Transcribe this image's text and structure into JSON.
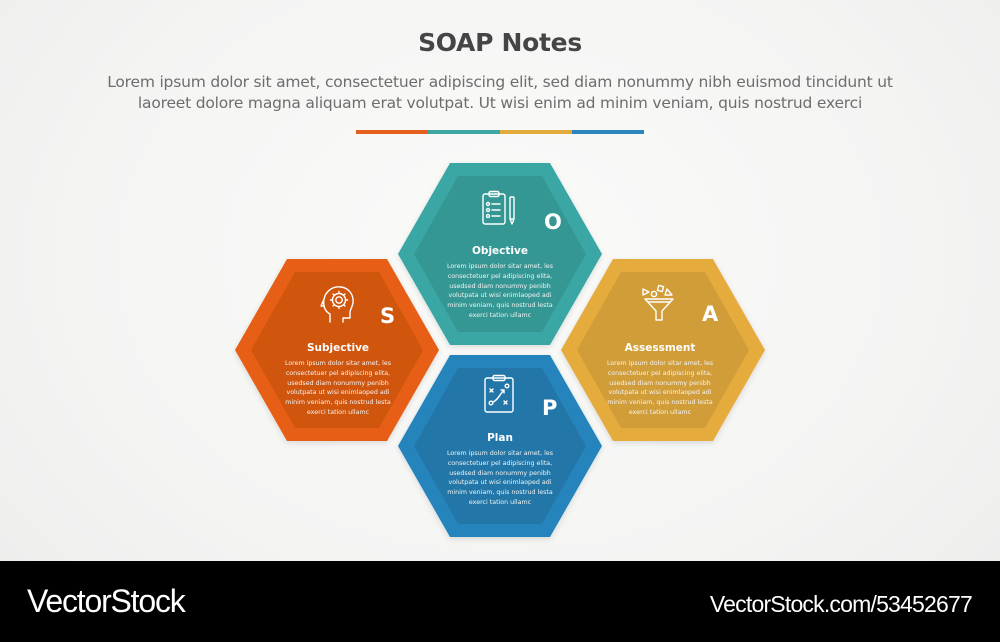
{
  "header": {
    "title": "SOAP Notes",
    "subtitle_line1": "Lorem ipsum dolor sit amet, consectetuer adipiscing elit, sed diam nonummy nibh euismod tincidunt ut",
    "subtitle_line2": "laoreet dolore magna aliquam erat volutpat. Ut wisi enim ad minim veniam, quis nostrud exerci",
    "divider_colors": [
      "#e4601c",
      "#3fa6a3",
      "#e3ab3d",
      "#2a86bb"
    ]
  },
  "sections": [
    {
      "key": "objective",
      "letter": "O",
      "heading": "Objective",
      "icon": "clipboard-checklist-pencil-icon",
      "outer_color": "#3aa7a4",
      "inner_color": "#359794",
      "body_lines": [
        "Lorem ipsum dolor sitar amet, les",
        "consectetuer pel adipiscing elita,",
        "usedsed diam nonummy penibh",
        "volutpata ut wisi enimlaoped adi",
        "minim veniam, quis nostrud lesta",
        "exerci tation ullamc"
      ]
    },
    {
      "key": "subjective",
      "letter": "S",
      "heading": "Subjective",
      "icon": "head-gear-icon",
      "outer_color": "#e75f12",
      "inner_color": "#d0540e",
      "body_lines": [
        "Lorem ipsum dolor sitar amet, les",
        "consectetuer pel adipiscing elita,",
        "usedsed diam nonummy penibh",
        "volutpata ut wisi enimlaoped adi",
        "minim veniam, quis nostrud lesta",
        "exerci tation ullamc"
      ]
    },
    {
      "key": "assessment",
      "letter": "A",
      "heading": "Assessment",
      "icon": "funnel-shapes-icon",
      "outer_color": "#e5ab3c",
      "inner_color": "#d19d37",
      "body_lines": [
        "Lorem ipsum dolor sitar amet, les",
        "consectetuer pel adipiscing elita,",
        "usedsed diam nonummy penibh",
        "volutpata ut wisi enimlaoped adi",
        "minim veniam, quis nostrud lesta",
        "exerci tation ullamc"
      ]
    },
    {
      "key": "plan",
      "letter": "P",
      "heading": "Plan",
      "icon": "clipboard-strategy-icon",
      "outer_color": "#2784bd",
      "inner_color": "#2277a8",
      "body_lines": [
        "Lorem ipsum dolor sitar amet, les",
        "consectetuer pel adipiscing elita,",
        "usedsed diam nonummy penibh",
        "volutpata ut wisi enimlaoped adi",
        "minim veniam, quis nostrud lesta",
        "exerci tation ullamc"
      ]
    }
  ],
  "footer": {
    "brand": "VectorStock",
    "image_id": "VectorStock.com/53452677"
  }
}
